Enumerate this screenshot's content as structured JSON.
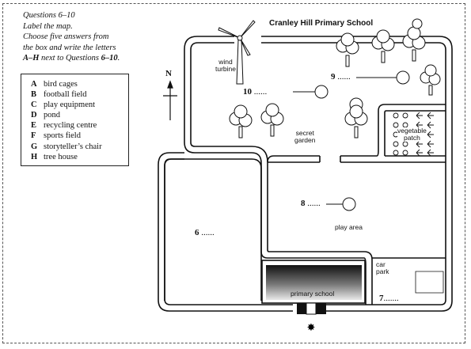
{
  "instructions": {
    "line1": "Questions 6–10",
    "line2": "Label the map.",
    "line3": "Choose five answers from",
    "line4": "the box and write the letters",
    "line5_bold": "A–H",
    "line5_rest": " next to Questions ",
    "line5_q": "6–10",
    "line5_end": "."
  },
  "options": [
    {
      "letter": "A",
      "text": "bird cages"
    },
    {
      "letter": "B",
      "text": "football field"
    },
    {
      "letter": "C",
      "text": "play equipment"
    },
    {
      "letter": "D",
      "text": "pond"
    },
    {
      "letter": "E",
      "text": "recycling centre"
    },
    {
      "letter": "F",
      "text": "sports field"
    },
    {
      "letter": "G",
      "text": "storyteller’s chair"
    },
    {
      "letter": "H",
      "text": "tree house"
    }
  ],
  "map": {
    "title": "Cranley Hill Primary School",
    "compass": "N",
    "labels": {
      "wind1": "wind",
      "wind2": "turbine",
      "secret1": "secret",
      "secret2": "garden",
      "veg1": "vegetable",
      "veg2": "patch",
      "play_area": "play area",
      "car1": "car",
      "car2": "park",
      "school": "primary school"
    },
    "questions": {
      "q6_num": "6",
      "q6_dots": " ......",
      "q7_num": "7",
      "q7_dots": ".......",
      "q8_num": "8",
      "q8_dots": " ......",
      "q9_num": "9",
      "q9_dots": " ......",
      "q10_num": "10",
      "q10_dots": " ......"
    }
  }
}
